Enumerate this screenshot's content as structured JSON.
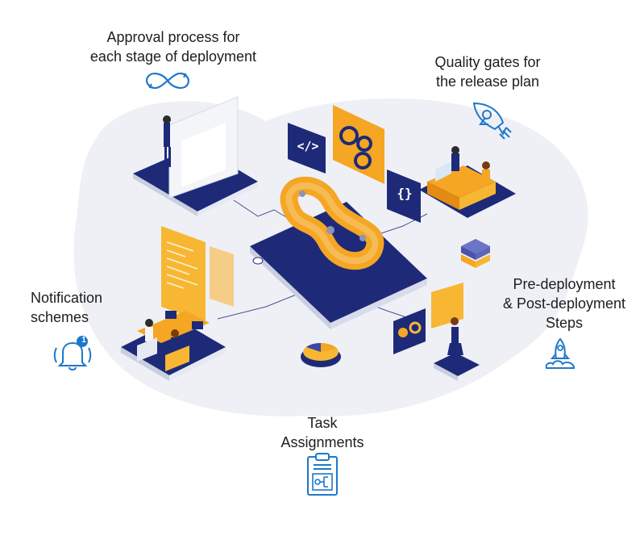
{
  "features": {
    "approval": {
      "line1": "Approval process for",
      "line2": "each stage of deployment",
      "icon": "infinity-loop-icon"
    },
    "quality": {
      "line1": "Quality gates for",
      "line2": "the release plan",
      "icon": "rocket-icon"
    },
    "notification": {
      "line1": "Notification",
      "line2": "schemes",
      "icon": "bell-icon",
      "badge": "1"
    },
    "steps": {
      "line1": "Pre-deployment",
      "line2": "& Post-deployment",
      "line3": "Steps",
      "icon": "rocket-launch-icon"
    },
    "tasks": {
      "line1": "Task",
      "line2": "Assignments",
      "icon": "clipboard-flow-icon"
    }
  },
  "code_card": {
    "glyph": "</>"
  },
  "braces_card": {
    "glyph": "{}"
  },
  "colors": {
    "accent_blue": "#1e78c8",
    "navy": "#1e2a78",
    "orange": "#f5a623",
    "amber": "#f7b733",
    "blob": "#eef0f6"
  }
}
